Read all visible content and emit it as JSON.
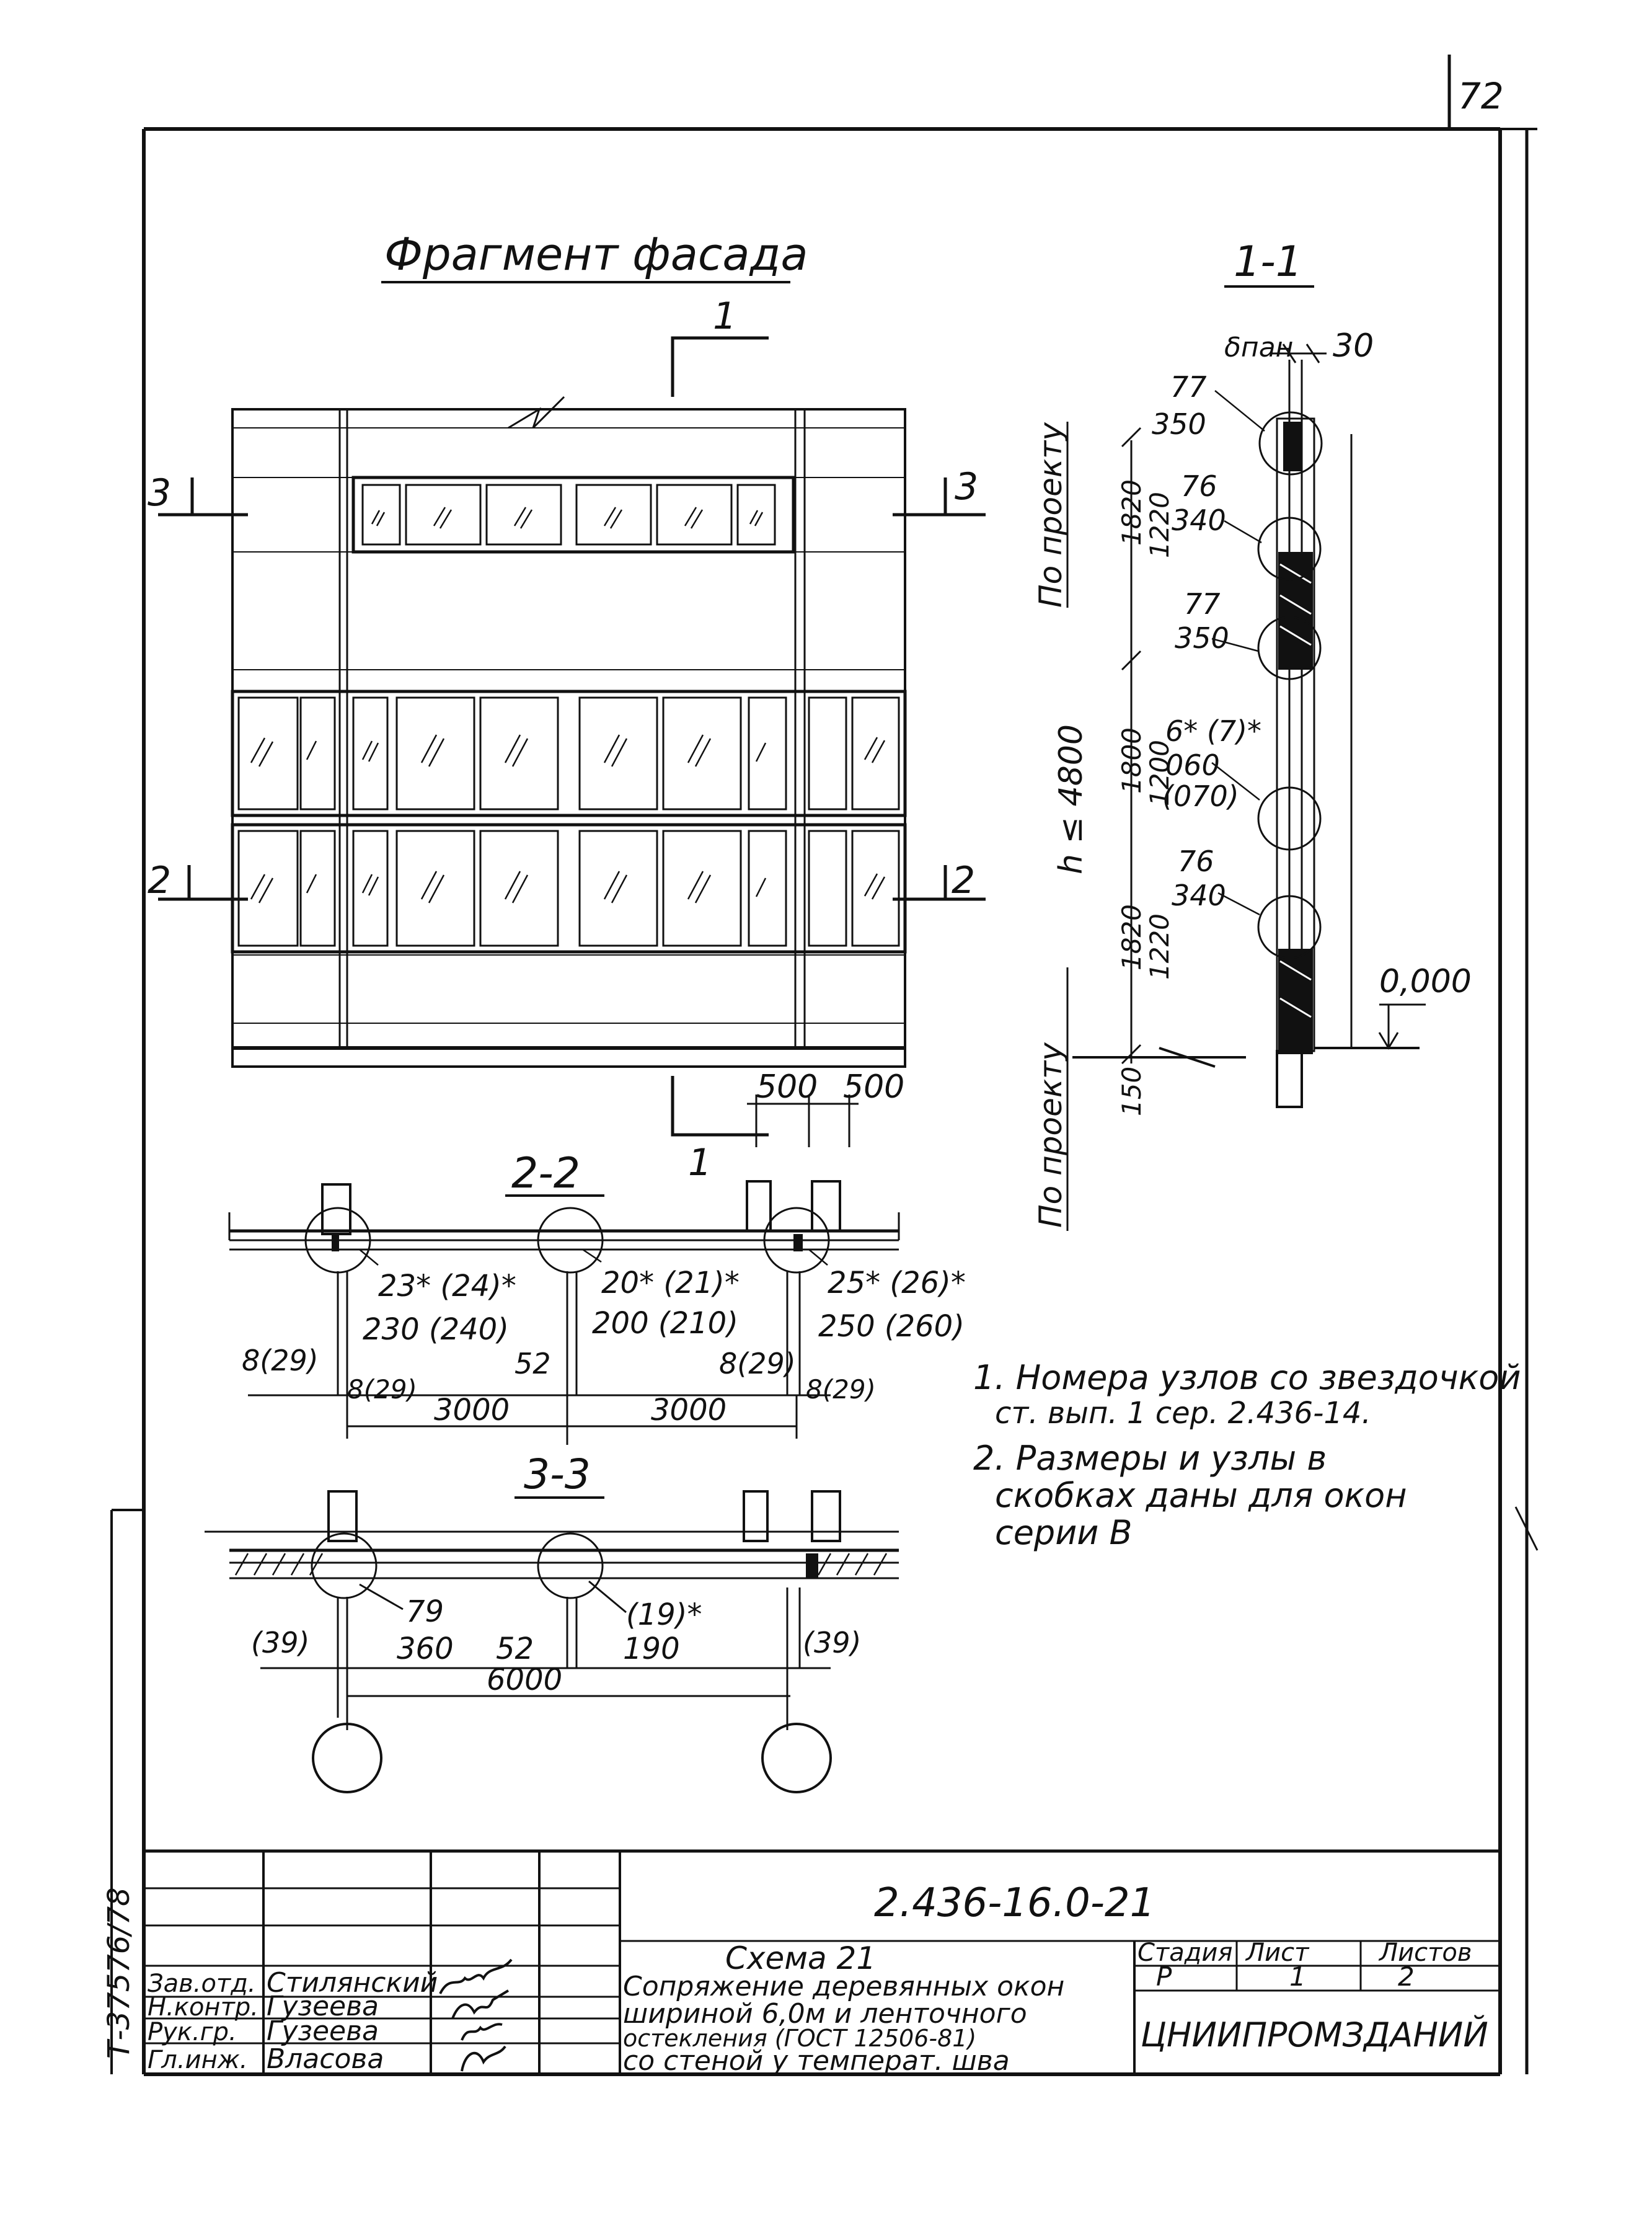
{
  "sheet_number": "72",
  "facade": {
    "title": "Фрагмент фасада",
    "section_marks": {
      "s1_top": "1",
      "s1_bottom": "1",
      "s3_left": "3",
      "s3_right": "3",
      "s2_left": "2",
      "s2_right": "2"
    },
    "dims": {
      "d500a": "500",
      "d500b": "500"
    }
  },
  "section_1_1": {
    "title": "1-1",
    "labels": {
      "bpan": "δпан",
      "d30": "30",
      "n77a": "77",
      "n350a": "350",
      "n76a": "76",
      "n340a": "340",
      "n77b": "77",
      "n350b": "350",
      "n6": "6* (7)*",
      "n060": "060",
      "n070": "(070)",
      "n76b": "76",
      "n340b": "340",
      "zero": "0,000"
    },
    "vertical": {
      "po_proektu_1": "По проекту",
      "v1820a": "1820",
      "v1220a": "1220",
      "h4800": "h ≤ 4800",
      "v1800": "1800",
      "v1200": "1200",
      "v1820b": "1820",
      "v1220b": "1220",
      "po_proektu_2": "По проекту",
      "v150": "150"
    }
  },
  "section_2_2": {
    "title": "2-2",
    "labels": {
      "n23": "23* (24)*",
      "n230": "230 (240)",
      "n20": "20* (21)*",
      "n200": "200 (210)",
      "n25": "25* (26)*",
      "n250": "250 (260)",
      "p8a": "8(29)",
      "p52": "52",
      "p8b": "8(29)",
      "p8c": "8(29)",
      "p8d": "8(29)",
      "w3000a": "3000",
      "w3000b": "3000"
    }
  },
  "section_3_3": {
    "title": "3-3",
    "labels": {
      "n79": "79",
      "n360": "360",
      "n19": "(19)*",
      "n190": "190",
      "p39a": "(39)",
      "p52": "52",
      "p39b": "(39)",
      "w6000": "6000"
    }
  },
  "notes": {
    "n1_l1": "1. Номера узлов со звездочкой",
    "n1_l2": "ст. вып. 1 сер. 2.436-14.",
    "n2_l1": "2. Размеры и узлы в",
    "n2_l2": "скобках даны для окон",
    "n2_l3": "серии В"
  },
  "side_stamp": "Т-37576/78",
  "title_block": {
    "code": "2.436-16.0-21",
    "title_l1": "Схема 21",
    "title_l2": "Сопряжение деревянных окон",
    "title_l3": "шириной 6,0м и ленточного",
    "title_l4": "остекления (ГОСТ 12506-81)",
    "title_l5": "со стеной у температ. шва",
    "col_stage": "Стадия",
    "col_sheet": "Лист",
    "col_sheets": "Листов",
    "stage": "Р",
    "sheet": "1",
    "sheets": "2",
    "org": "ЦНИИПРОМЗДАНИЙ",
    "roles": [
      {
        "role": "Зав.отд.",
        "name": "Стилянский"
      },
      {
        "role": "Н.контр.",
        "name": "Гузеева"
      },
      {
        "role": "Рук.гр.",
        "name": "Гузеева"
      },
      {
        "role": "Гл.инж.",
        "name": "Власова"
      }
    ]
  }
}
